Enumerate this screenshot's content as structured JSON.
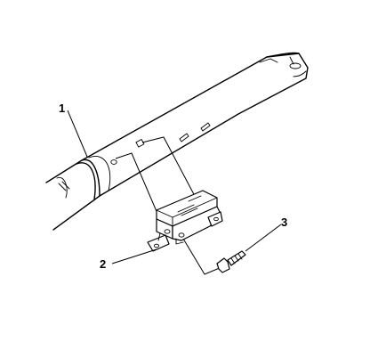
{
  "callouts": [
    {
      "id": "1",
      "label": "1"
    },
    {
      "id": "2",
      "label": "2"
    },
    {
      "id": "3",
      "label": "3"
    }
  ],
  "line_color": "#000000",
  "background_color": "#ffffff"
}
